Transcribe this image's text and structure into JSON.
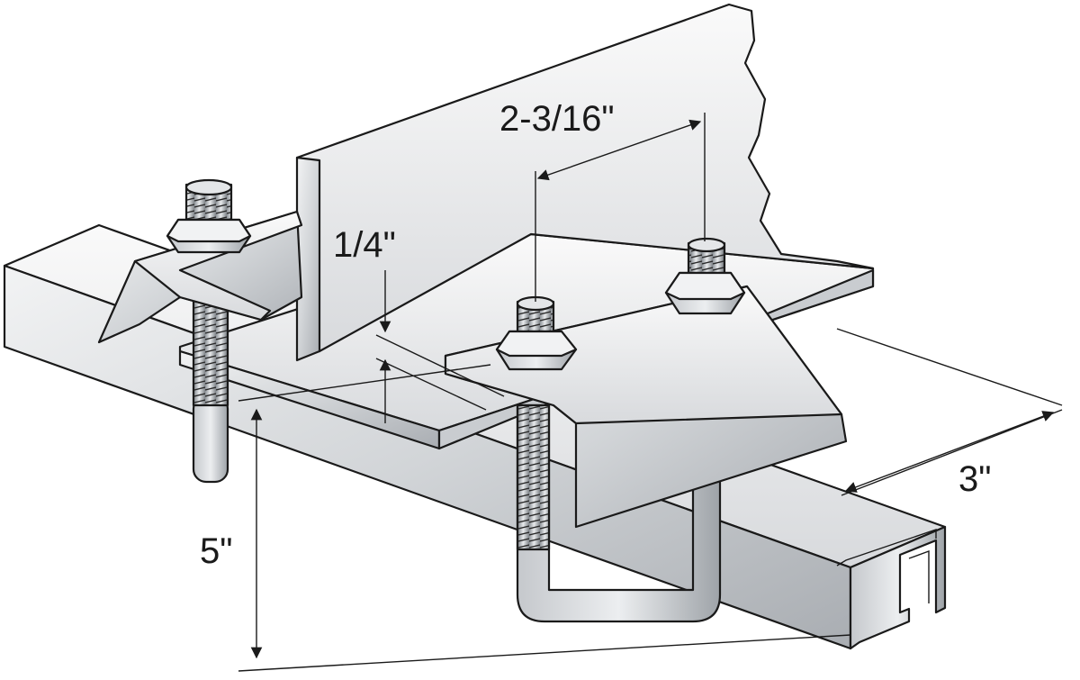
{
  "diagram": {
    "dimensions": {
      "bolt_spacing": "2-3/16\"",
      "flange_thickness": "1/4\"",
      "clamp_width": "3\"",
      "height": "5\""
    }
  }
}
